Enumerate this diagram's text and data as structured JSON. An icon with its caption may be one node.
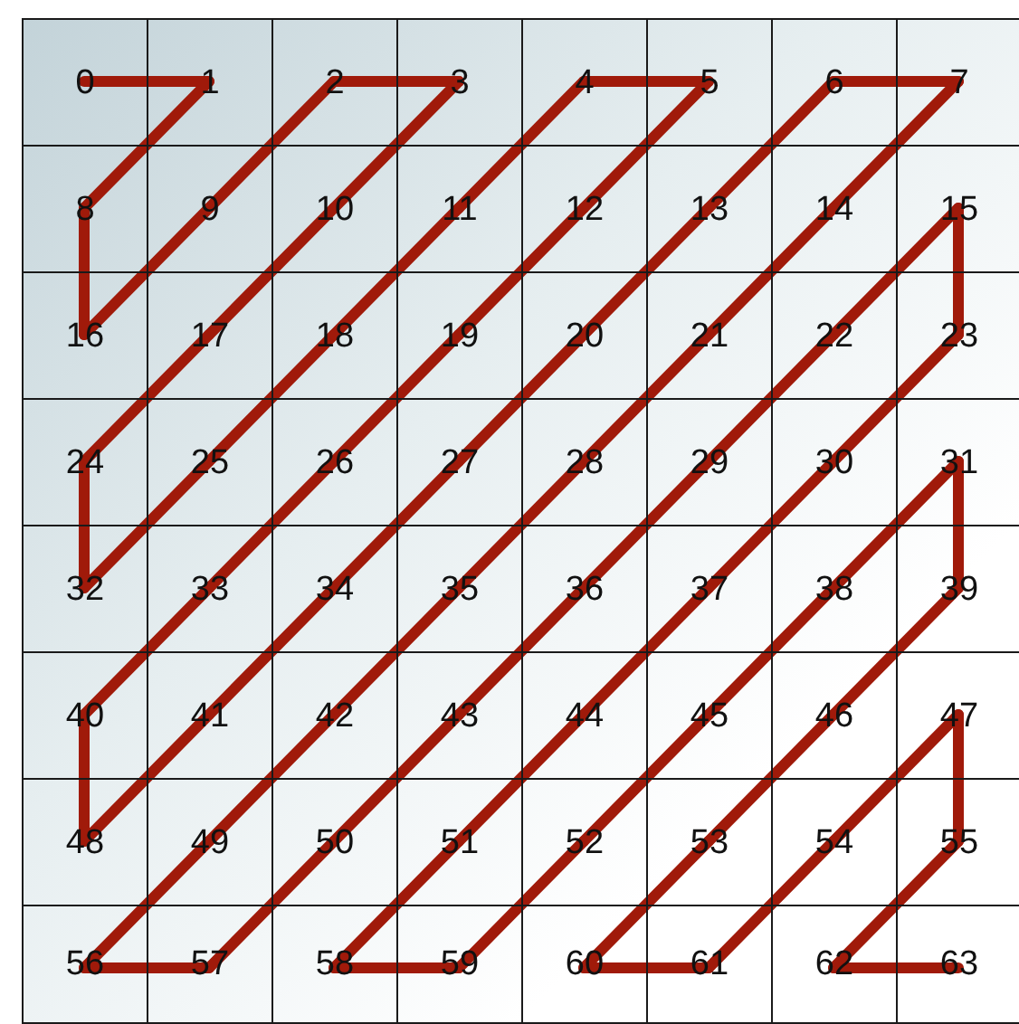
{
  "diagram": {
    "nodes": [
      {
        "text": [
          "0"
        ]
      },
      {
        "text": [
          "1"
        ]
      },
      {
        "text": [
          "2"
        ]
      },
      {
        "text": [
          "3"
        ]
      },
      {
        "text": [
          "4"
        ]
      },
      {
        "text": [
          "5"
        ]
      },
      {
        "text": [
          "6"
        ]
      },
      {
        "text": [
          "7"
        ]
      },
      {
        "text": [
          "8"
        ]
      },
      {
        "text": [
          "9"
        ]
      },
      {
        "text": [
          "10"
        ]
      },
      {
        "text": [
          "11"
        ]
      },
      {
        "text": [
          "12"
        ]
      },
      {
        "text": [
          "13"
        ]
      },
      {
        "text": [
          "14"
        ]
      },
      {
        "text": [
          "15"
        ]
      },
      {
        "text": [
          "16"
        ]
      },
      {
        "text": [
          "17"
        ]
      },
      {
        "text": [
          "18"
        ]
      },
      {
        "text": [
          "19"
        ]
      },
      {
        "text": [
          "20"
        ]
      },
      {
        "text": [
          "21"
        ]
      },
      {
        "text": [
          "22"
        ]
      },
      {
        "text": [
          "23"
        ]
      },
      {
        "text": [
          "24"
        ]
      },
      {
        "text": [
          "25"
        ]
      },
      {
        "text": [
          "26"
        ]
      },
      {
        "text": [
          "27"
        ]
      },
      {
        "text": [
          "28"
        ]
      },
      {
        "text": [
          "29"
        ]
      },
      {
        "text": [
          "30"
        ]
      },
      {
        "text": [
          "31"
        ]
      },
      {
        "text": [
          "32"
        ]
      },
      {
        "text": [
          "33"
        ]
      },
      {
        "text": [
          "34"
        ]
      },
      {
        "text": [
          "35"
        ]
      },
      {
        "text": [
          "36"
        ]
      },
      {
        "text": [
          "37"
        ]
      },
      {
        "text": [
          "38"
        ]
      },
      {
        "text": [
          "39"
        ]
      },
      {
        "text": [
          "40"
        ]
      },
      {
        "text": [
          "41"
        ]
      },
      {
        "text": [
          "42"
        ]
      },
      {
        "text": [
          "43"
        ]
      },
      {
        "text": [
          "44"
        ]
      },
      {
        "text": [
          "45"
        ]
      },
      {
        "text": [
          "46"
        ]
      },
      {
        "text": [
          "47"
        ]
      },
      {
        "text": [
          "48"
        ]
      },
      {
        "text": [
          "49"
        ]
      },
      {
        "text": [
          "50"
        ]
      },
      {
        "text": [
          "51"
        ]
      },
      {
        "text": [
          "52"
        ]
      },
      {
        "text": [
          "53"
        ]
      },
      {
        "text": [
          "54"
        ]
      },
      {
        "text": [
          "55"
        ]
      },
      {
        "text": [
          "56"
        ]
      },
      {
        "text": [
          "57"
        ]
      },
      {
        "text": [
          "58"
        ]
      },
      {
        "text": [
          "59"
        ]
      },
      {
        "text": [
          "60"
        ]
      },
      {
        "text": [
          "61"
        ]
      },
      {
        "text": [
          "62"
        ]
      },
      {
        "text": [
          "63"
        ]
      }
    ],
    "edges": [
      {
        "from": 0,
        "to": 1,
        "arrow": "none"
      },
      {
        "from": 1,
        "to": 8,
        "arrow": "none"
      },
      {
        "from": 8,
        "to": 16,
        "arrow": "none"
      },
      {
        "from": 16,
        "to": 9,
        "arrow": "none"
      },
      {
        "from": 9,
        "to": 2,
        "arrow": "none"
      },
      {
        "from": 2,
        "to": 3,
        "arrow": "none"
      },
      {
        "from": 3,
        "to": 10,
        "arrow": "none"
      },
      {
        "from": 10,
        "to": 17,
        "arrow": "none"
      },
      {
        "from": 17,
        "to": 24,
        "arrow": "none"
      },
      {
        "from": 24,
        "to": 32,
        "arrow": "none"
      },
      {
        "from": 32,
        "to": 25,
        "arrow": "none"
      },
      {
        "from": 25,
        "to": 18,
        "arrow": "none"
      },
      {
        "from": 18,
        "to": 11,
        "arrow": "none"
      },
      {
        "from": 11,
        "to": 4,
        "arrow": "none"
      },
      {
        "from": 4,
        "to": 5,
        "arrow": "none"
      },
      {
        "from": 5,
        "to": 12,
        "arrow": "none"
      },
      {
        "from": 12,
        "to": 19,
        "arrow": "none"
      },
      {
        "from": 19,
        "to": 26,
        "arrow": "none"
      },
      {
        "from": 26,
        "to": 33,
        "arrow": "none"
      },
      {
        "from": 33,
        "to": 40,
        "arrow": "none"
      },
      {
        "from": 40,
        "to": 48,
        "arrow": "none"
      },
      {
        "from": 48,
        "to": 41,
        "arrow": "none"
      },
      {
        "from": 41,
        "to": 34,
        "arrow": "none"
      },
      {
        "from": 34,
        "to": 27,
        "arrow": "none"
      },
      {
        "from": 27,
        "to": 20,
        "arrow": "none"
      },
      {
        "from": 20,
        "to": 13,
        "arrow": "none"
      },
      {
        "from": 13,
        "to": 6,
        "arrow": "none"
      },
      {
        "from": 6,
        "to": 7,
        "arrow": "none"
      },
      {
        "from": 7,
        "to": 14,
        "arrow": "none"
      },
      {
        "from": 14,
        "to": 21,
        "arrow": "none"
      },
      {
        "from": 21,
        "to": 28,
        "arrow": "none"
      },
      {
        "from": 28,
        "to": 35,
        "arrow": "none"
      },
      {
        "from": 35,
        "to": 42,
        "arrow": "none"
      },
      {
        "from": 42,
        "to": 49,
        "arrow": "none"
      },
      {
        "from": 49,
        "to": 56,
        "arrow": "none"
      },
      {
        "from": 56,
        "to": 57,
        "arrow": "none"
      },
      {
        "from": 57,
        "to": 50,
        "arrow": "none"
      },
      {
        "from": 50,
        "to": 43,
        "arrow": "none"
      },
      {
        "from": 43,
        "to": 36,
        "arrow": "none"
      },
      {
        "from": 36,
        "to": 29,
        "arrow": "none"
      },
      {
        "from": 29,
        "to": 22,
        "arrow": "none"
      },
      {
        "from": 22,
        "to": 15,
        "arrow": "none"
      },
      {
        "from": 15,
        "to": 23,
        "arrow": "none"
      },
      {
        "from": 23,
        "to": 30,
        "arrow": "none"
      },
      {
        "from": 30,
        "to": 37,
        "arrow": "none"
      },
      {
        "from": 37,
        "to": 44,
        "arrow": "none"
      },
      {
        "from": 44,
        "to": 51,
        "arrow": "none"
      },
      {
        "from": 51,
        "to": 58,
        "arrow": "none"
      },
      {
        "from": 58,
        "to": 59,
        "arrow": "none"
      },
      {
        "from": 59,
        "to": 52,
        "arrow": "none"
      },
      {
        "from": 52,
        "to": 45,
        "arrow": "none"
      },
      {
        "from": 45,
        "to": 38,
        "arrow": "none"
      },
      {
        "from": 38,
        "to": 31,
        "arrow": "none"
      },
      {
        "from": 31,
        "to": 39,
        "arrow": "none"
      },
      {
        "from": 39,
        "to": 46,
        "arrow": "none"
      },
      {
        "from": 46,
        "to": 53,
        "arrow": "none"
      },
      {
        "from": 53,
        "to": 60,
        "arrow": "none"
      },
      {
        "from": 60,
        "to": 61,
        "arrow": "none"
      },
      {
        "from": 61,
        "to": 54,
        "arrow": "none"
      },
      {
        "from": 54,
        "to": 47,
        "arrow": "none"
      },
      {
        "from": 47,
        "to": 55,
        "arrow": "none"
      },
      {
        "from": 55,
        "to": 62,
        "arrow": "none"
      },
      {
        "from": 62,
        "to": 63,
        "arrow": "none"
      }
    ]
  }
}
